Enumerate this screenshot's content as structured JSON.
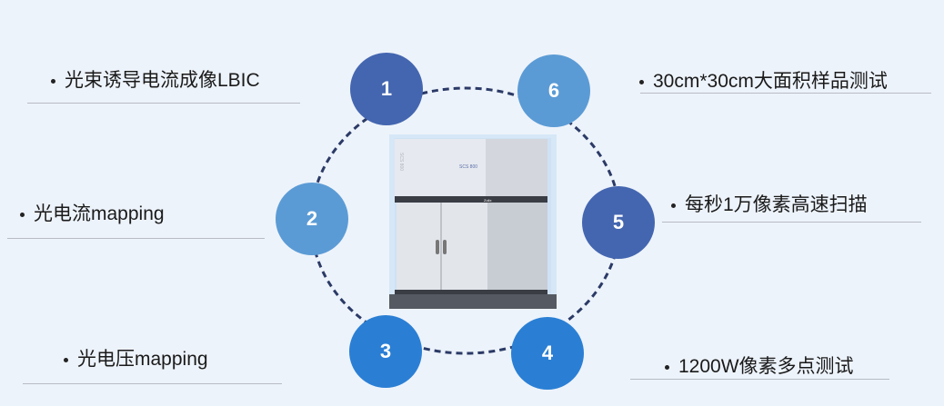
{
  "features": [
    {
      "number": "1",
      "label": "光束诱导电流成像LBIC",
      "color": "#4466b0"
    },
    {
      "number": "2",
      "label": "光电流mapping",
      "color": "#5b9bd5"
    },
    {
      "number": "3",
      "label": "光电压mapping",
      "color": "#2a7fd4"
    },
    {
      "number": "4",
      "label": "1200W像素多点测试",
      "color": "#2a7fd4"
    },
    {
      "number": "5",
      "label": "每秒1万像素高速扫描",
      "color": "#4466b0"
    },
    {
      "number": "6",
      "label": "30cm*30cm大面积样品测试",
      "color": "#5b9bd5"
    }
  ],
  "instrument": {
    "model": "SCS 800",
    "side_text": "SCS 800",
    "brand": "Zolix"
  }
}
